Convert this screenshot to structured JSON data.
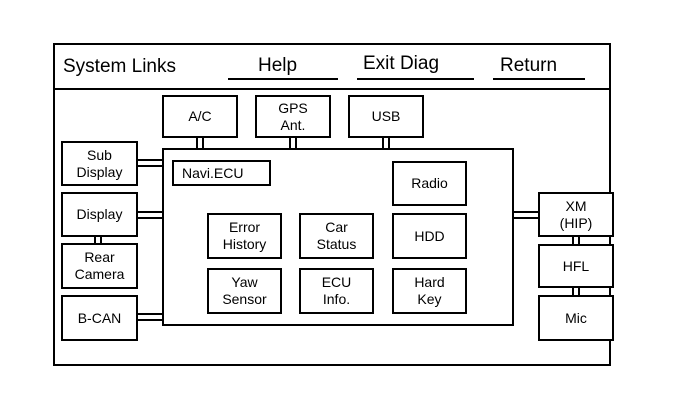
{
  "header": {
    "title": "System Links",
    "help": "Help",
    "exit_diag": "Exit Diag",
    "return": "Return"
  },
  "top_modules": {
    "ac": "A/C",
    "gps": "GPS\nAnt.",
    "usb": "USB"
  },
  "left_modules": {
    "sub_display": "Sub\nDisplay",
    "display": "Display",
    "rear_camera": "Rear\nCamera",
    "bcan": "B-CAN"
  },
  "right_modules": {
    "xm": "XM\n(HIP)",
    "hfl": "HFL",
    "mic": "Mic"
  },
  "ecu": {
    "title": "Navi.ECU",
    "radio": "Radio",
    "error_history": "Error\nHistory",
    "car_status": "Car\nStatus",
    "hdd": "HDD",
    "yaw_sensor": "Yaw\nSensor",
    "ecu_info": "ECU\nInfo.",
    "hard_key": "Hard\nKey"
  }
}
